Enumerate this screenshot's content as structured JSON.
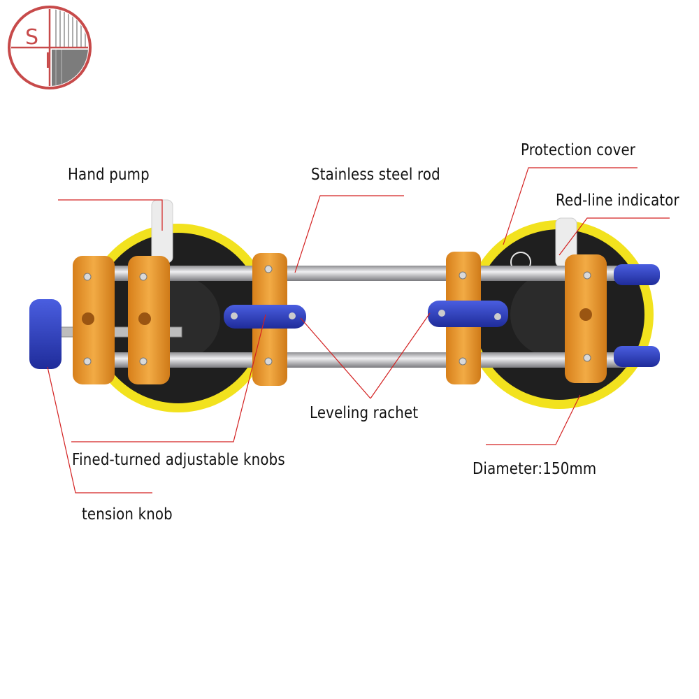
{
  "logo": {
    "text_left": "S",
    "text_right": "I",
    "ring_color": "#c74a4a"
  },
  "labels": {
    "hand_pump": "Hand pump",
    "stainless_steel_rod": "Stainless steel rod",
    "protection_cover": "Protection cover",
    "red_line_indicator": "Red-line indicator",
    "leveling_rachet": "Leveling rachet",
    "fined_turned_knobs": "Fined-turned adjustable knobs",
    "diameter": "Diameter:150mm",
    "tension_knob": "tension knob"
  },
  "colors": {
    "callout_line": "#d32020",
    "aluminum_orange": "#e99a2e",
    "suction_yellow": "#f2e21e",
    "rubber_black": "#1f1f1f",
    "steel_rod": "#c9c9cc",
    "blue_parts": "#2c3fc2"
  }
}
